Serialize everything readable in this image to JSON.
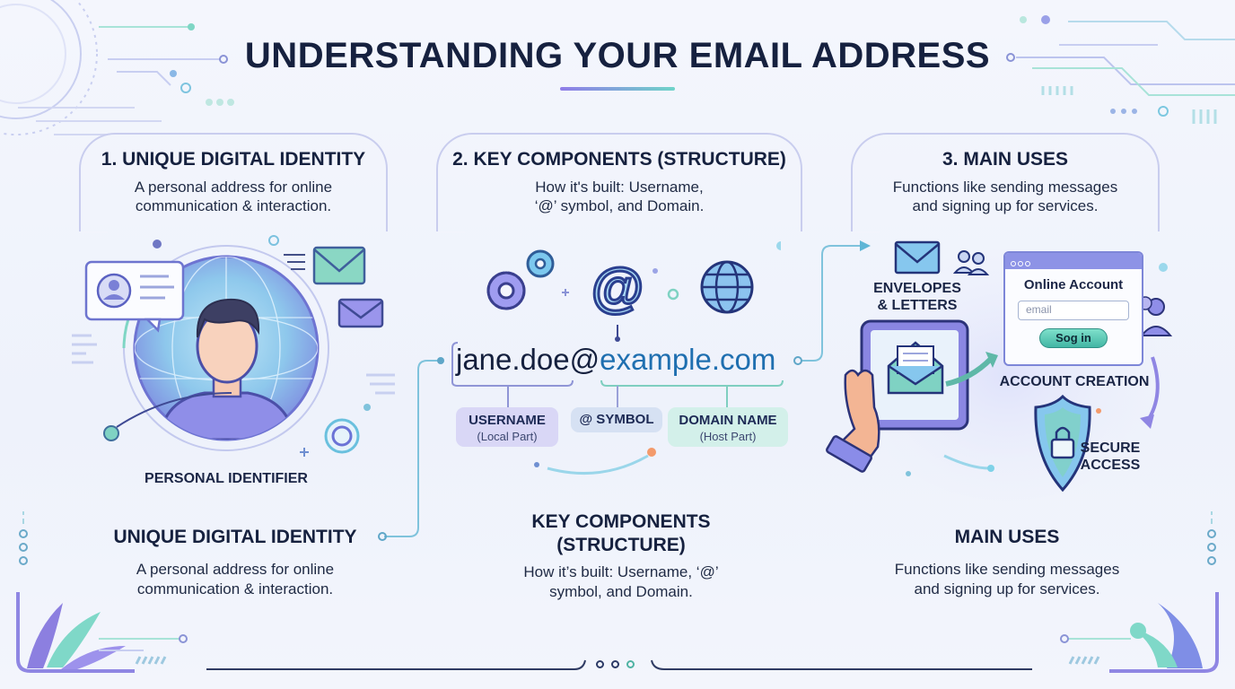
{
  "title": "UNDERSTANDING YOUR EMAIL ADDRESS",
  "panels": [
    {
      "heading": "1. UNIQUE DIGITAL IDENTITY",
      "description_line1": "A personal address for online",
      "description_line2": "communication & interaction.",
      "illustration_label": "PERSONAL IDENTIFIER"
    },
    {
      "heading": "2. KEY COMPONENTS (STRUCTURE)",
      "description_line1": "How it's built: Username,",
      "description_line2": "‘@’ symbol, and Domain.",
      "email_username": "jane.doe",
      "email_at": "@",
      "email_domain": "example.com",
      "parts": [
        {
          "name": "USERNAME",
          "sub": "(Local Part)"
        },
        {
          "name": "@ SYMBOL",
          "sub": ""
        },
        {
          "name": "DOMAIN NAME",
          "sub": "(Host Part)"
        }
      ]
    },
    {
      "heading": "3. MAIN USES",
      "description_line1": "Functions like sending messages",
      "description_line2": "and signing up for services.",
      "label_envelopes_line1": "ENVELOPES",
      "label_envelopes_line2": "& LETTERS",
      "account_card_title": "Online Account",
      "account_card_input_placeholder": "email",
      "account_card_button": "Sog in",
      "label_account_creation": "ACCOUNT CREATION",
      "label_secure_line1": "SECURE",
      "label_secure_line2": "ACCESS"
    }
  ],
  "bottom": [
    {
      "heading": "UNIQUE DIGITAL IDENTITY",
      "text_line1": "A personal address for online",
      "text_line2": "communication & interaction."
    },
    {
      "heading_line1": "KEY COMPONENTS",
      "heading_line2": "(STRUCTURE)",
      "text_line1": "How it’s built: Username, ‘@’",
      "text_line2": "symbol, and Domain."
    },
    {
      "heading": "MAIN USES",
      "text_line1": "Functions like sending messages",
      "text_line2": "and signing up for services."
    }
  ],
  "colors": {
    "title": "#16213f",
    "frame": "#c9cdee",
    "accent_purple": "#7f79e0",
    "accent_teal": "#5fc9b8",
    "accent_blue": "#2e7fc0"
  }
}
